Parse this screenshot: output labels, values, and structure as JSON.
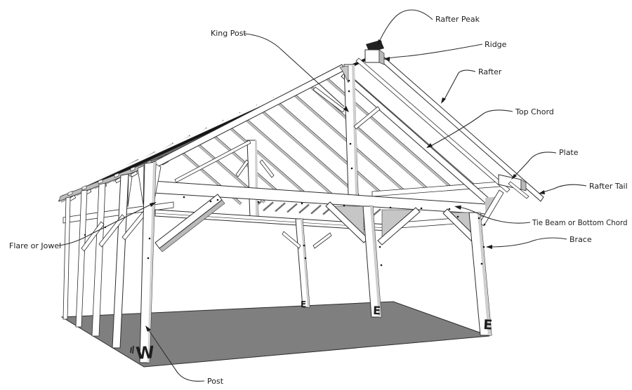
{
  "diagram": {
    "type": "timber-frame-pavilion-annotated-parts",
    "labels": {
      "rafter_peak": "Rafter Peak",
      "ridge": "Ridge",
      "rafter": "Rafter",
      "top_chord": "Top Chord",
      "plate": "Plate",
      "rafter_tail": "Rafter Tail",
      "tie_beam": "Tie Beam or Bottom Chord",
      "brace": "Brace",
      "king_post": "King Post",
      "flare_or_jowel": "Flare or Jowel",
      "post": "Post"
    },
    "post_marks": {
      "west": "W",
      "east": "E"
    },
    "colors": {
      "background": "#ffffff",
      "floor": "#7f7f7f",
      "member_fill": "#ffffff",
      "member_shade": "#c6c6c6",
      "roof_shadow": "#161616",
      "outline": "#2d2d2d",
      "leader": "#2f2f2f",
      "label_text": "#1c1c1c"
    }
  }
}
